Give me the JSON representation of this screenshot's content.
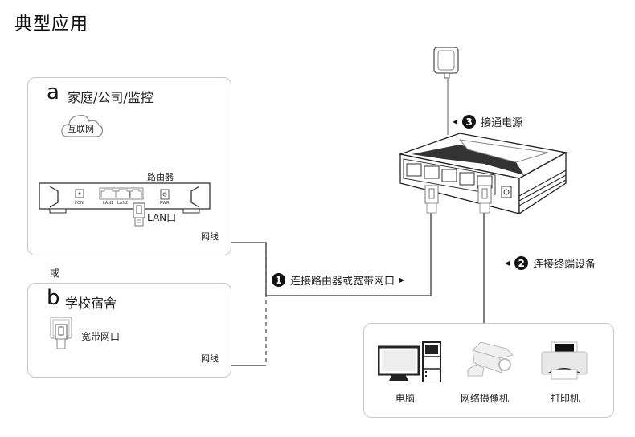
{
  "title": "典型应用",
  "scenario_a": {
    "letter": "a",
    "label": "家庭/公司/监控",
    "cloud_label": "互联网",
    "router_label": "路由器",
    "ports": [
      "PON",
      "LAN1",
      "LAN2",
      "PWR"
    ],
    "lan_port_label": "LAN口",
    "cable_label": "网线"
  },
  "or_label": "或",
  "scenario_b": {
    "letter": "b",
    "label": "学校宿舍",
    "wall_port_label": "宽带网口",
    "cable_label": "网线"
  },
  "steps": [
    {
      "number": "1",
      "label": "连接路由器或宽带网口",
      "arrow": "right"
    },
    {
      "number": "2",
      "label": "连接终端设备",
      "arrow": "left"
    },
    {
      "number": "3",
      "label": "接通电源",
      "arrow": "left"
    }
  ],
  "devices": [
    {
      "name": "电脑",
      "icon": "computer-icon"
    },
    {
      "name": "网络摄像机",
      "icon": "camera-icon"
    },
    {
      "name": "打印机",
      "icon": "printer-icon"
    }
  ],
  "switch": {
    "port_count": 5
  }
}
